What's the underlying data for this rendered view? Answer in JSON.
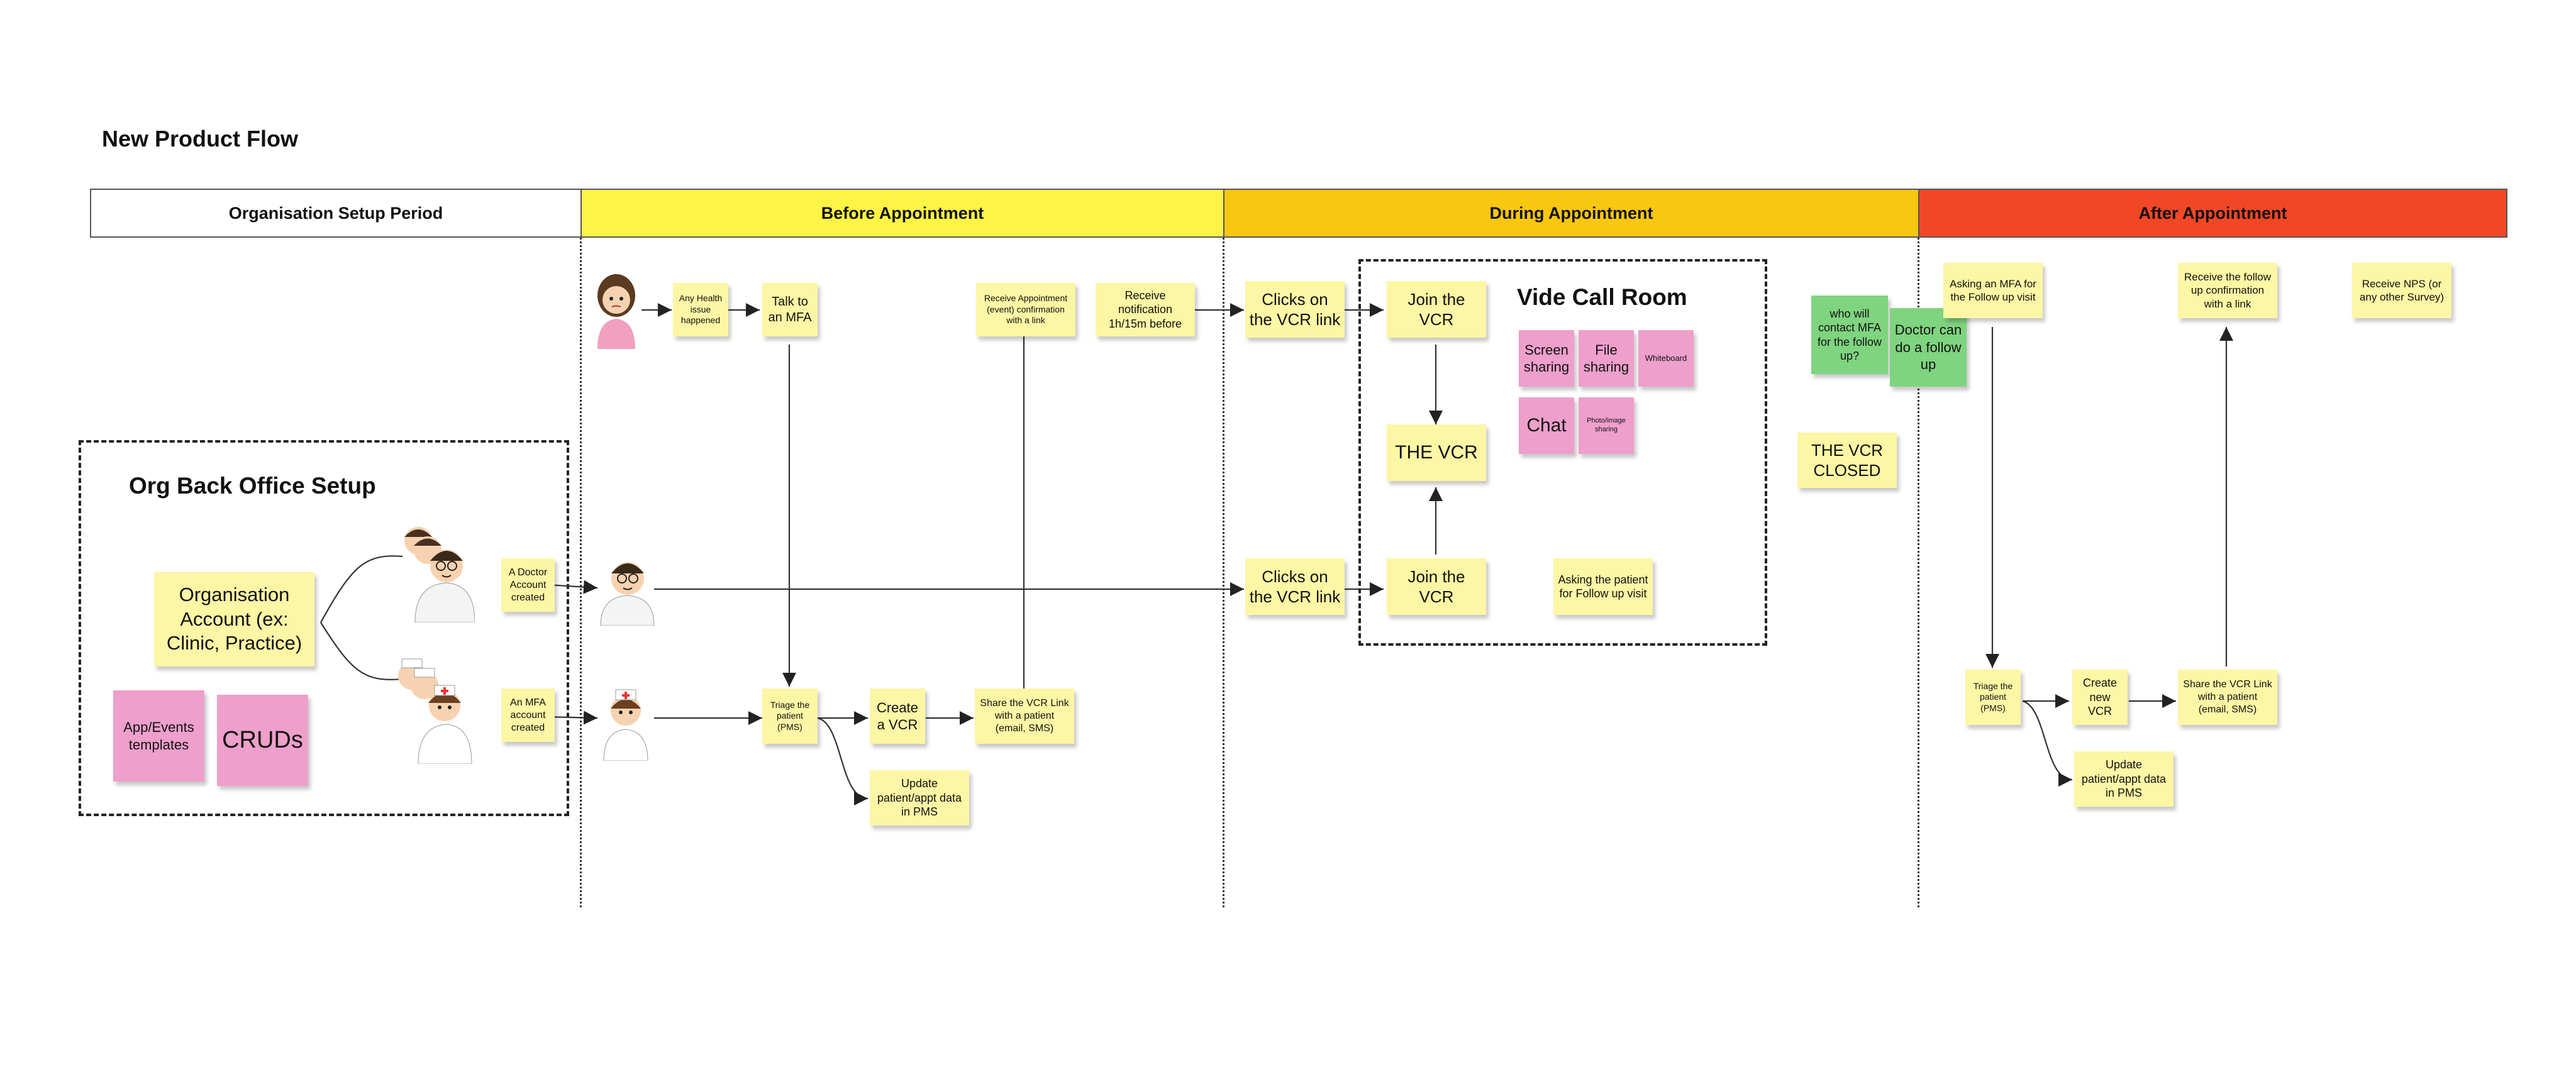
{
  "title": "New Product Flow",
  "phases": {
    "setup": "Organisation Setup Period",
    "before": "Before Appointment",
    "during": "During Appointment",
    "after": "After Appointment"
  },
  "colors": {
    "before": "#fef445",
    "during": "#fac710",
    "after": "#f24726",
    "sticky_yellow": "#fdf6a5",
    "sticky_pink": "#ee9fcb",
    "sticky_green": "#7fd47f"
  },
  "org_setup": {
    "title": "Org Back Office Setup",
    "org_account": "Organisation Account (ex: Clinic, Practice)",
    "templates": "App/Events templates",
    "cruds": "CRUDs",
    "doctor_account": "A Doctor Account created",
    "mfa_account": "An MFA account created"
  },
  "before": {
    "health_issue": "Any Health issue happened",
    "talk_mfa": "Talk to an MFA",
    "receive_confirmation": "Receive Appointment (event) confirmation with a link",
    "receive_notification": "Receive notification 1h/15m before",
    "triage": "Triage the patient (PMS)",
    "create_vcr": "Create a VCR",
    "share_link": "Share the VCR Link with a patient (email, SMS)",
    "update_pms": "Update patient/appt data in PMS"
  },
  "during": {
    "clicks_patient": "Clicks on the VCR link",
    "clicks_doctor": "Clicks on the VCR link",
    "room_title": "Vide Call Room",
    "join_patient": "Join the VCR",
    "join_doctor": "Join the VCR",
    "the_vcr": "THE VCR",
    "asking_followup": "Asking the patient for Follow up visit",
    "features": {
      "screen_sharing": "Screen sharing",
      "file_sharing": "File sharing",
      "whiteboard": "Whiteboard",
      "chat": "Chat",
      "photo_sharing": "Photo/image sharing"
    },
    "who_contact": "who will contact MFA for the follow up?",
    "doctor_followup": "Doctor can do a follow up",
    "vcr_closed": "THE VCR CLOSED"
  },
  "after": {
    "asking_mfa": "Asking an MFA for the Follow up visit",
    "receive_followup": "Receive the follow up confirmation with a link",
    "receive_nps": "Receive NPS (or any other Survey)",
    "triage": "Triage the patient (PMS)",
    "create_vcr": "Create new VCR",
    "share_link": "Share the VCR Link with a patient (email, SMS)",
    "update_pms": "Update patient/appt data in PMS"
  }
}
